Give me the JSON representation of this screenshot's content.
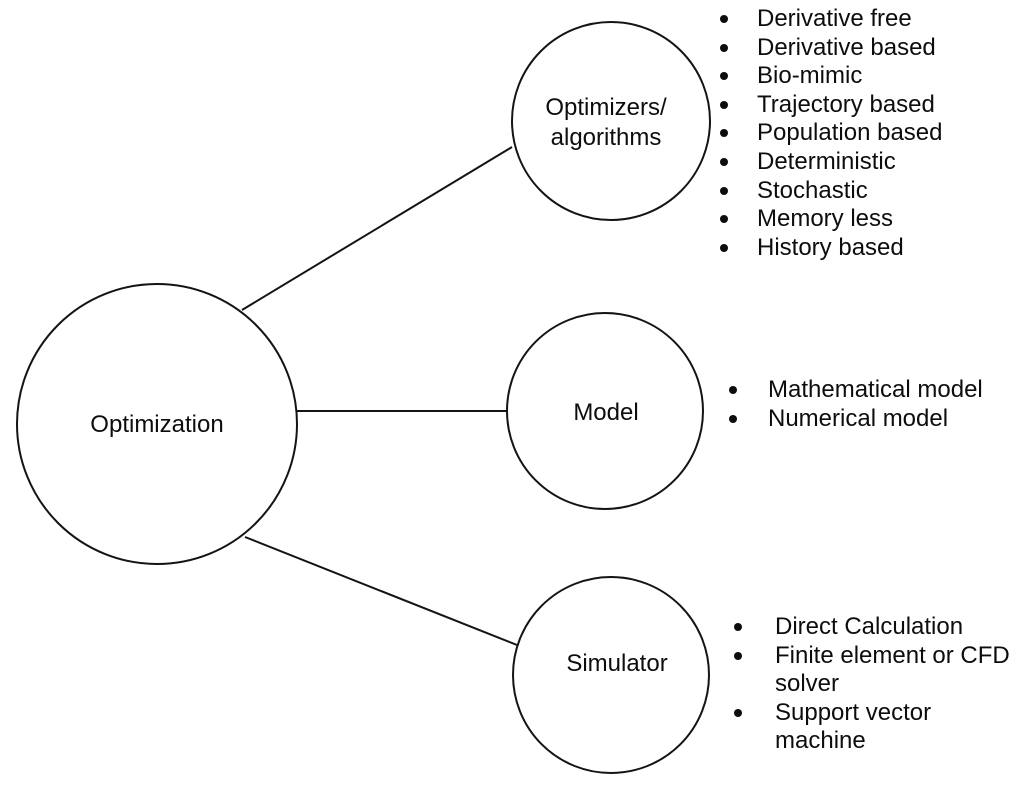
{
  "diagram": {
    "background": "#ffffff",
    "stroke_color": "#141414",
    "text_color": "#0d0d0d",
    "root_node": {
      "label": "Optimization"
    },
    "branches": [
      {
        "id": "optimizers",
        "label": "Optimizers/algorithms",
        "label_lines": [
          "Optimizers/",
          "algorithms"
        ],
        "items": [
          "Derivative free",
          "Derivative based",
          "Bio-mimic",
          "Trajectory based",
          "Population based",
          "Deterministic",
          "Stochastic",
          "Memory less",
          "History based"
        ]
      },
      {
        "id": "model",
        "label": "Model",
        "items": [
          "Mathematical model",
          "Numerical model"
        ]
      },
      {
        "id": "simulator",
        "label": "Simulator",
        "items": [
          "Direct Calculation",
          "Finite element or CFD\nsolver",
          "Support vector\nmachine"
        ]
      }
    ]
  }
}
